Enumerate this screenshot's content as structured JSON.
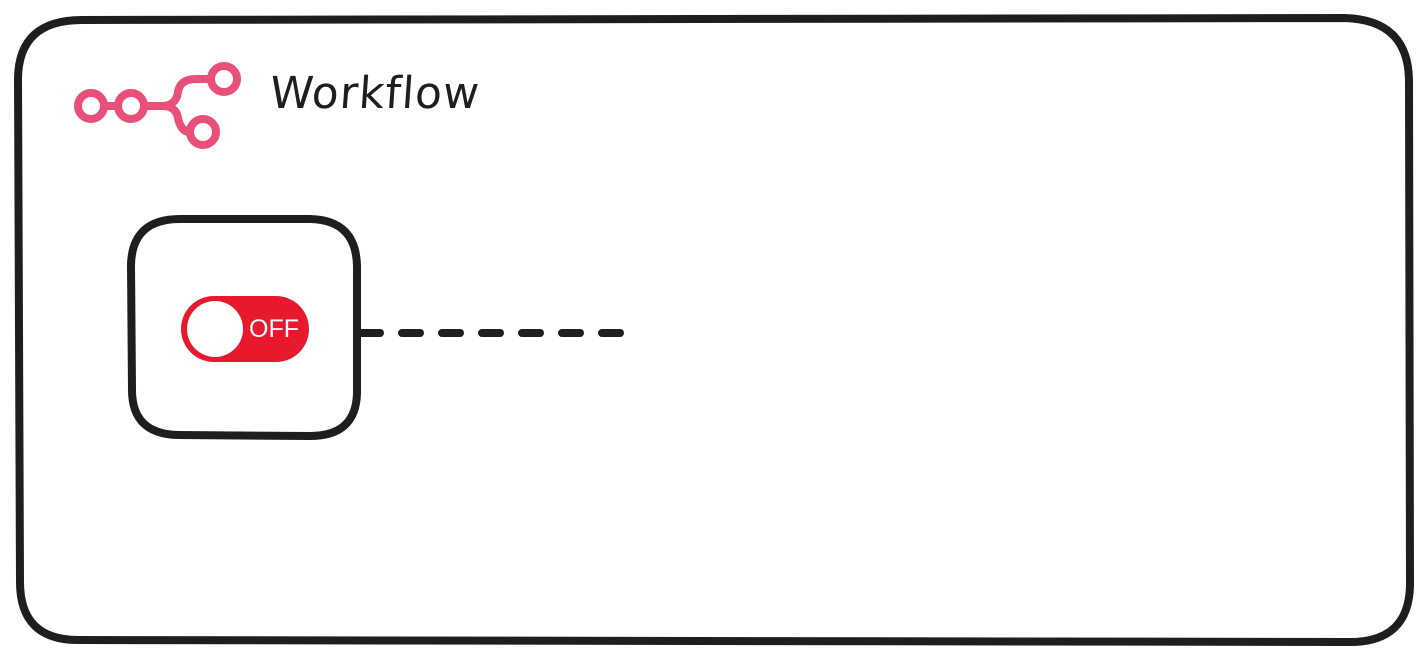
{
  "title": "Workflow",
  "toggle": {
    "label": "OFF",
    "state": "off",
    "color": "#e8192c"
  },
  "colors": {
    "outline": "#1e1e1e",
    "accent": "#e8507a",
    "background": "#ffffff"
  },
  "icons": {
    "logo": "workflow-nodes-icon"
  }
}
